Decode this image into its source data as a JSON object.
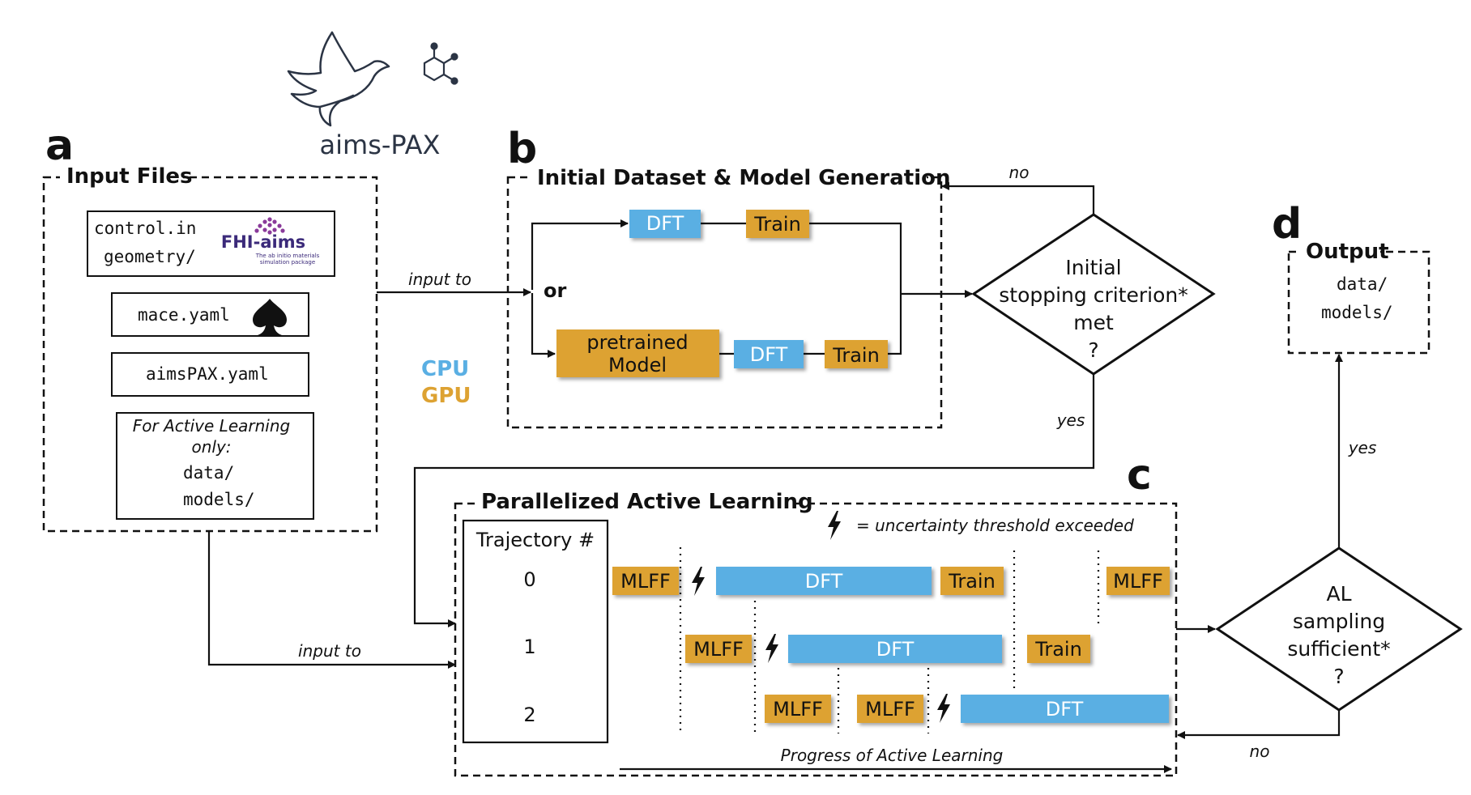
{
  "logo": {
    "name": "aims-PAX",
    "fhi_aims_logo": {
      "brand": "FHI-aims",
      "tagline_1": "The ab initio materials",
      "tagline_2": "simulation package"
    }
  },
  "panel_letters": {
    "a": "a",
    "b": "b",
    "c": "c",
    "d": "d"
  },
  "panel_a": {
    "title": "Input Files",
    "control_in": "control.in",
    "geometry": "geometry/",
    "mace_yaml": "mace.yaml",
    "aimspax_yaml": "aimsPAX.yaml",
    "al_note_1": "For Active Learning",
    "al_note_2": "only:",
    "data_dir": "data/",
    "models_dir": "models/"
  },
  "legend": {
    "cpu": "CPU",
    "gpu": "GPU"
  },
  "panel_b": {
    "title": "Initial Dataset & Model Generation",
    "dft": "DFT",
    "train": "Train",
    "or": "or",
    "pretrained_1": "pretrained",
    "pretrained_2": "Model",
    "dft2": "DFT",
    "train2": "Train"
  },
  "decision_1": {
    "line1": "Initial",
    "line2": "stopping criterion*",
    "line3": "met",
    "line4": "?"
  },
  "flow_labels": {
    "input_to_b": "input to",
    "input_to_c": "input to",
    "no_1": "no",
    "yes_1": "yes",
    "yes_2": "yes",
    "no_2": "no"
  },
  "panel_c": {
    "title": "Parallelized Active Learning",
    "uncertainty_note": "= uncertainty threshold exceeded",
    "trajectory_header": "Trajectory #",
    "traj_0": "0",
    "traj_1": "1",
    "traj_2": "2",
    "row0": {
      "mlff_a": "MLFF",
      "dft": "DFT",
      "train": "Train",
      "mlff_b": "MLFF"
    },
    "row1": {
      "mlff": "MLFF",
      "dft": "DFT",
      "train": "Train"
    },
    "row2": {
      "mlff_a": "MLFF",
      "mlff_b": "MLFF",
      "dft": "DFT"
    },
    "progress": "Progress of Active Learning"
  },
  "decision_2": {
    "line1": "AL",
    "line2": "sampling",
    "line3": "sufficient*",
    "line4": "?"
  },
  "panel_d": {
    "title": "Output",
    "data_dir": "data/",
    "models_dir": "models/"
  },
  "colors": {
    "cpu": "#5aafe3",
    "gpu": "#dda232",
    "line": "#111111"
  }
}
